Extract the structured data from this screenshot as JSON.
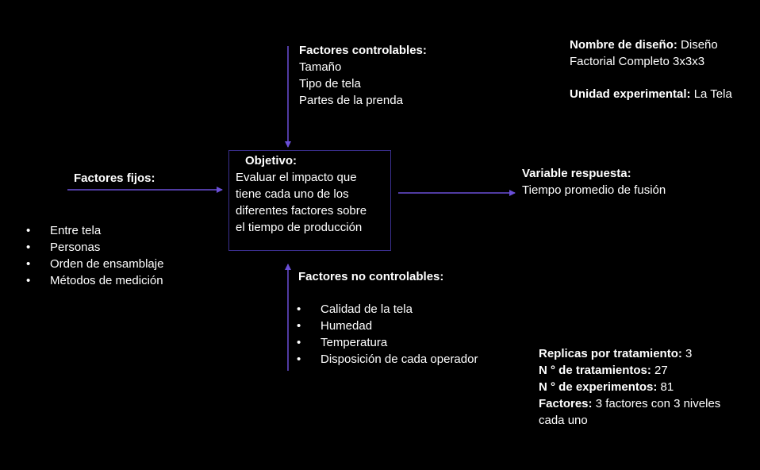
{
  "colors": {
    "background": "#000000",
    "text": "#ffffff",
    "arrow": "#6a4fd8",
    "box_border": "#3b2f8f"
  },
  "controllable": {
    "title": "Factores controlables:",
    "items": [
      "Tamaño",
      "Tipo de tela",
      "Partes de la prenda"
    ]
  },
  "design": {
    "name_label": "Nombre de diseño:",
    "name_value_1": " Diseño",
    "name_value_2": "Factorial Completo 3x3x3",
    "unit_label": "Unidad experimental:",
    "unit_value": " La Tela"
  },
  "fixed": {
    "title": "Factores fijos:",
    "items": [
      "Entre tela",
      "Personas",
      "Orden de ensamblaje",
      "Métodos de medición"
    ]
  },
  "objective": {
    "title": "Objetivo:",
    "lines": [
      " Evaluar el impacto que",
      "tiene cada uno de los",
      "diferentes factores sobre",
      "el tiempo de producción"
    ]
  },
  "response": {
    "title": "Variable respuesta:",
    "value": "Tiempo promedio de fusión"
  },
  "uncontrollable": {
    "title": "Factores no controlables:",
    "items": [
      "Calidad de la tela",
      "Humedad",
      "Temperatura",
      "Disposición de cada operador"
    ]
  },
  "stats": {
    "replicas_label": "Replicas por tratamiento:",
    "replicas_value": " 3",
    "treatments_label": "N ° de tratamientos:",
    "treatments_value": " 27",
    "experiments_label": "N ° de experimentos:",
    "experiments_value": " 81",
    "factors_label": "Factores:",
    "factors_value_1": " 3 factores con 3 niveles",
    "factors_value_2": "cada uno"
  }
}
